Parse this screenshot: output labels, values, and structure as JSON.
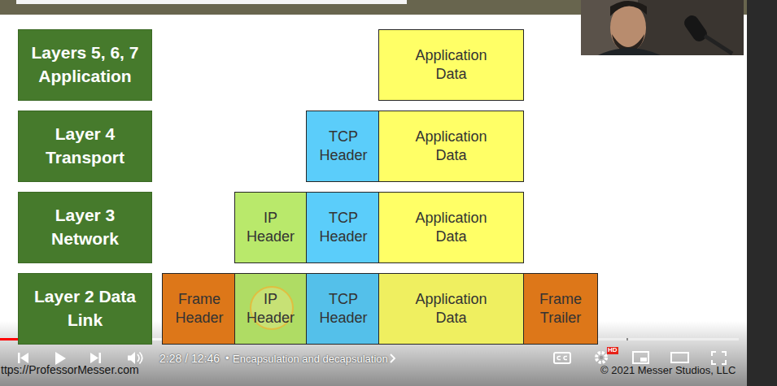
{
  "diagram": {
    "nodes": [
      {
        "text": [
          "Layers 5, 6, 7 Application"
        ]
      },
      {
        "text": [
          "Application Data"
        ]
      },
      {
        "text": [
          "Layer 4 Transport"
        ]
      },
      {
        "text": [
          "TCP Header"
        ]
      },
      {
        "text": [
          "Application Data"
        ]
      },
      {
        "text": [
          "Layer 3 Network"
        ]
      },
      {
        "text": [
          "IP Header"
        ]
      },
      {
        "text": [
          "TCP Header"
        ]
      },
      {
        "text": [
          "Application Data"
        ]
      },
      {
        "text": [
          "Layer 2 Data Link"
        ]
      },
      {
        "text": [
          "Frame Header"
        ]
      },
      {
        "text": [
          "IP Header"
        ]
      },
      {
        "text": [
          "TCP Header"
        ]
      },
      {
        "text": [
          "Application Data"
        ]
      },
      {
        "text": [
          "Frame Trailer"
        ]
      }
    ],
    "edges": [],
    "labels": [
      "2:28 / 12:46",
      "•",
      "Encapsulation and decapsulation",
      "HD",
      "ttps://ProfessorMesser.com",
      "© 2021 Messer Studios, LLC"
    ]
  }
}
